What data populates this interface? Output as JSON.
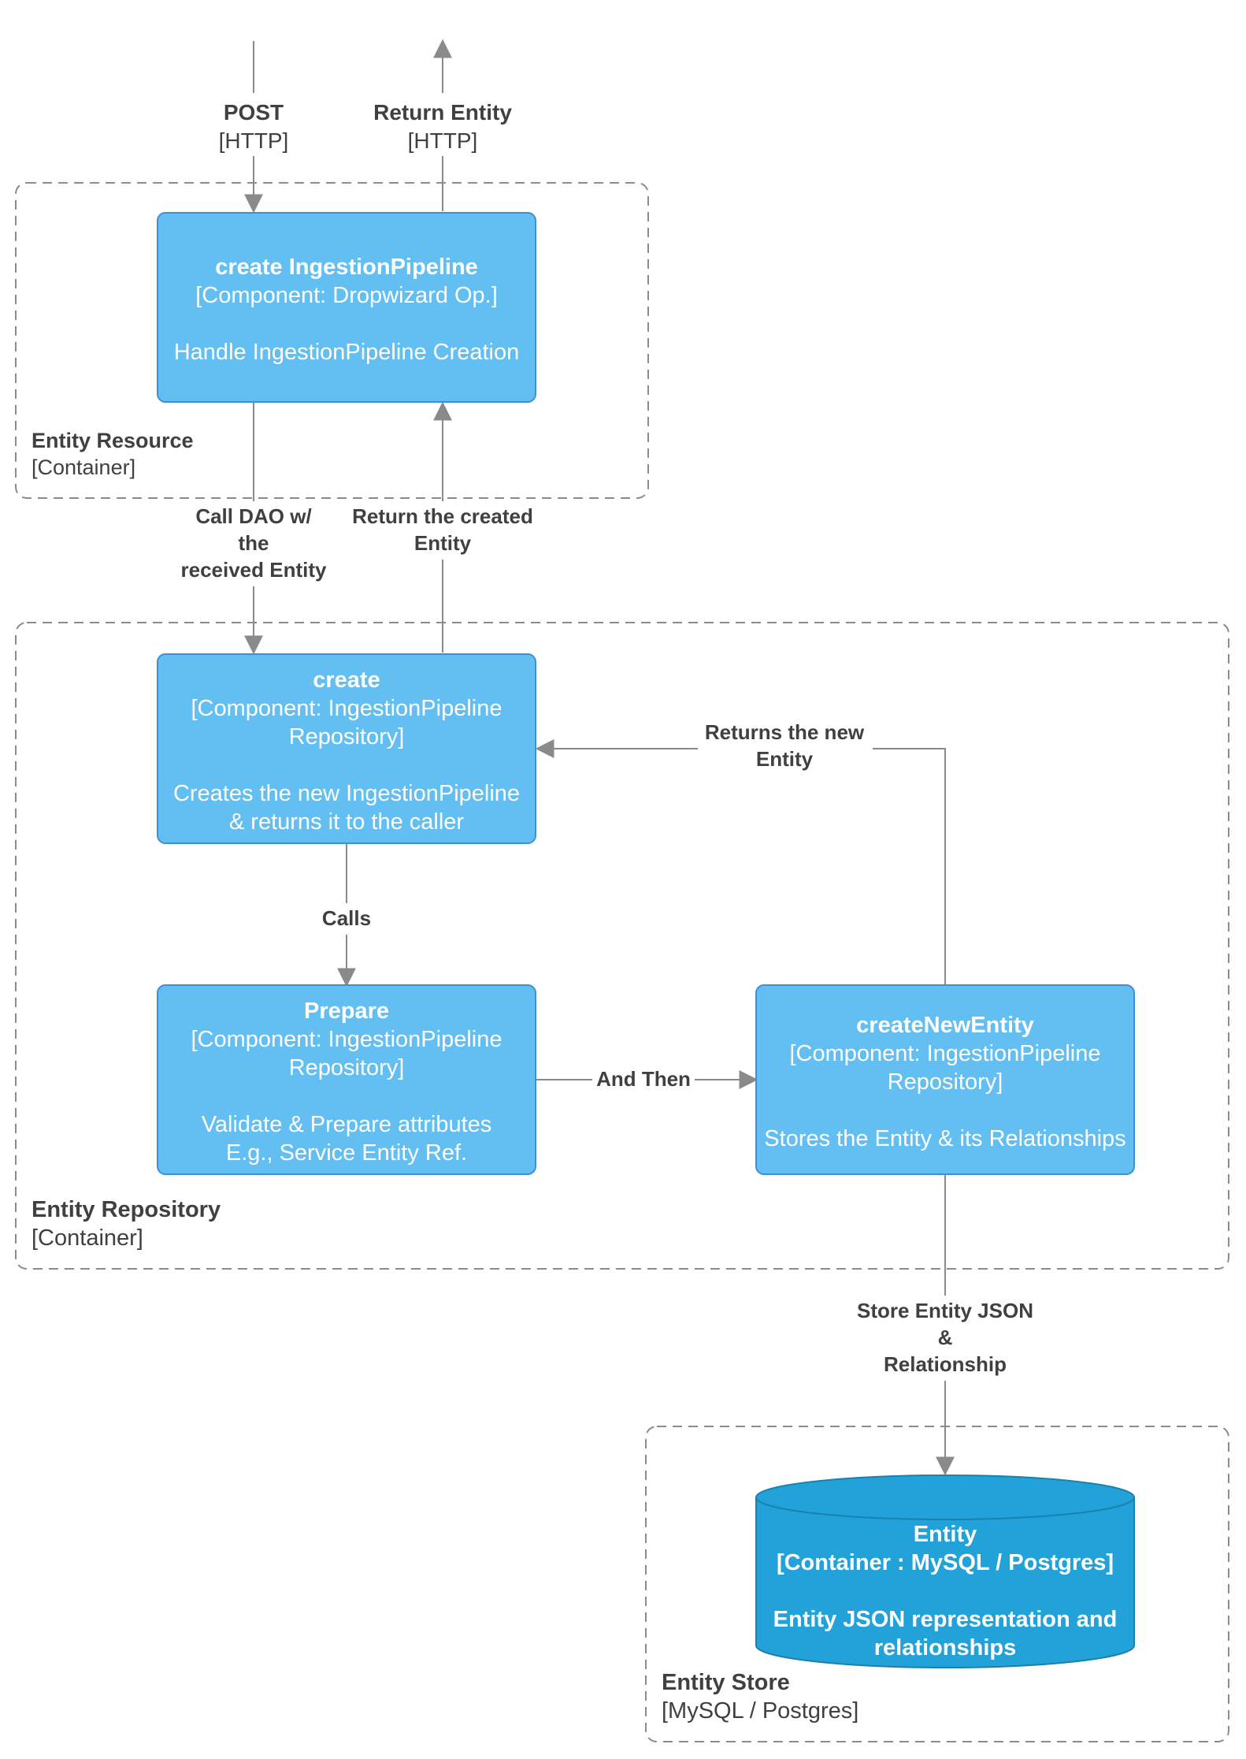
{
  "colors": {
    "component_fill": "#63BEF2",
    "component_stroke": "#3C8FD8",
    "database_fill": "#23A2D9",
    "database_stroke": "#1A80B0",
    "component_text": "#ffffff",
    "boundary_stroke": "#8c8c8c",
    "edge_stroke": "#8a8a8a",
    "label_text": "#404040"
  },
  "boundaries": {
    "entity_resource": {
      "title": "Entity Resource",
      "subtitle": "[Container]"
    },
    "entity_repository": {
      "title": "Entity Repository",
      "subtitle": "[Container]"
    },
    "entity_store": {
      "title": "Entity Store",
      "subtitle": "[MySQL / Postgres]"
    }
  },
  "components": {
    "create_pipeline": {
      "title": "create IngestionPipeline",
      "type_line": "[Component: Dropwizard Op.]",
      "description": "Handle IngestionPipeline Creation"
    },
    "create": {
      "title": "create",
      "type_line1": "[Component: IngestionPipeline",
      "type_line2": "Repository]",
      "desc_line1": "Creates the new IngestionPipeline",
      "desc_line2": "& returns it to the caller"
    },
    "prepare": {
      "title": "Prepare",
      "type_line1": "[Component: IngestionPipeline",
      "type_line2": "Repository]",
      "desc_line1": "Validate & Prepare attributes",
      "desc_line2": "E.g., Service Entity Ref."
    },
    "create_new_entity": {
      "title": "createNewEntity",
      "type_line1": "[Component: IngestionPipeline",
      "type_line2": "Repository]",
      "description": "Stores the Entity & its Relationships"
    }
  },
  "database": {
    "title": "Entity",
    "type_line": "[Container : MySQL / Postgres]",
    "desc_line1": "Entity JSON representation and",
    "desc_line2": "relationships"
  },
  "edges": {
    "post": {
      "line1": "POST",
      "line2": "[HTTP]"
    },
    "return_entity": {
      "line1": "Return Entity",
      "line2": "[HTTP]"
    },
    "call_dao": {
      "line1": "Call DAO w/",
      "line2": "the",
      "line3": "received Entity"
    },
    "return_created": {
      "line1": "Return the created",
      "line2": "Entity"
    },
    "returns_new": {
      "line1": "Returns the new",
      "line2": "Entity"
    },
    "calls": {
      "line1": "Calls"
    },
    "and_then": {
      "line1": "And Then"
    },
    "store_json": {
      "line1": "Store Entity JSON",
      "line2": "&",
      "line3": "Relationship"
    }
  }
}
